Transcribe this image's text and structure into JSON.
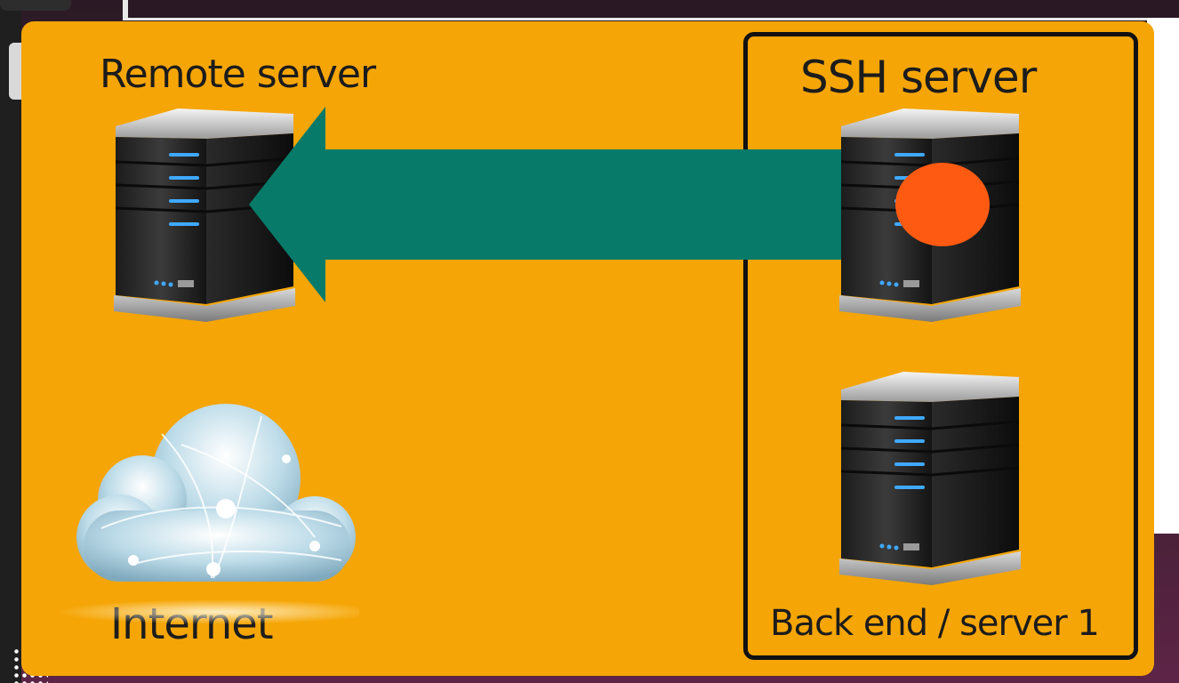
{
  "diagram": {
    "remote_server_label": "Remote server",
    "ssh_server_label": "SSH server",
    "internet_label": "Internet",
    "backend_label": "Back end / server 1",
    "nodes": [
      {
        "id": "remote-server",
        "icon": "server-icon"
      },
      {
        "id": "ssh-server",
        "icon": "server-icon"
      },
      {
        "id": "backend-server",
        "icon": "server-icon"
      },
      {
        "id": "internet",
        "icon": "cloud-network-icon"
      }
    ],
    "edges": [
      {
        "from": "ssh-server",
        "to": "remote-server",
        "style": "arrow"
      }
    ]
  },
  "colors": {
    "slide_background": "#f5a505",
    "arrow": "#077a69",
    "packet": "#ff5a12",
    "group_border": "#111111",
    "text": "#1c1c1c"
  }
}
